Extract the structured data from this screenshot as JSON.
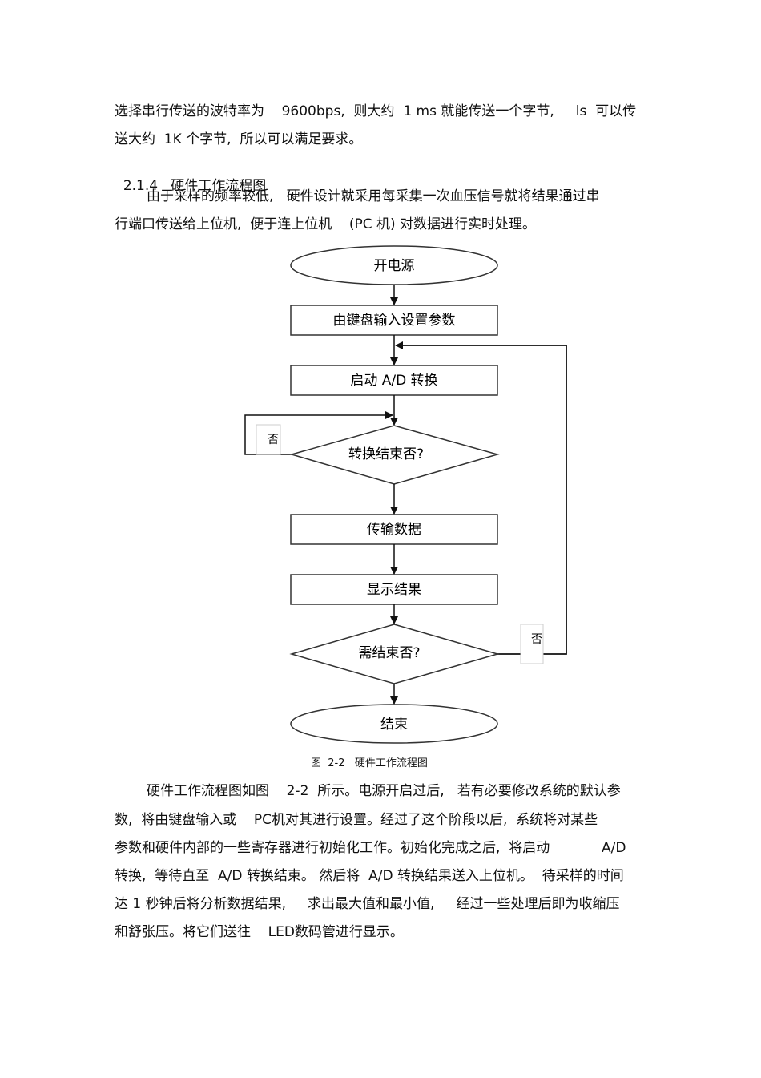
{
  "paragraph1": {
    "lines": [
      "选择串行传送的波特率为    9600bps,  则大约  1 ms 就能传送一个字节,     ls  可以传",
      "送大约  1K 个字节,  所以可以满足要求。"
    ]
  },
  "section": {
    "number": "2.1.4",
    "title": "硬件工作流程图"
  },
  "paragraph2": {
    "lines": [
      "由于采样的频率较低,   硬件设计就采用每采集一次血压信号就将结果通过串",
      "行端口传送给上位机,  便于连上位机    (PC 机) 对数据进行实时处理。"
    ]
  },
  "flowchart": {
    "start": "开电源",
    "step_input": "由键盘输入设置参数",
    "step_ad": "启动  A/D 转换",
    "decision_convert": "转换结束否?",
    "step_transmit": "传输数据",
    "step_display": "显示结果",
    "decision_end": "需结束否?",
    "end": "结束",
    "no_label_1": "否",
    "no_label_2": "否"
  },
  "figure_caption": "图  2-2   硬件工作流程图",
  "paragraph3": {
    "lines": [
      "硬件工作流程图如图    2-2  所示。电源开启过后,   若有必要修改系统的默认参",
      "数,  将由键盘输入或    PC机对其进行设置。经过了这个阶段以后,  系统将对某些",
      "参数和硬件内部的一些寄存器进行初始化工作。初始化完成之后,  将启动            A/D",
      "转换,  等待直至  A/D 转换结束。 然后将  A/D 转换结果送入上位机。  待采样的时间",
      "达 1 秒钟后将分析数据结果,     求出最大值和最小值,     经过一些处理后即为收缩压",
      "和舒张压。将它们送往    LED数码管进行显示。"
    ]
  }
}
